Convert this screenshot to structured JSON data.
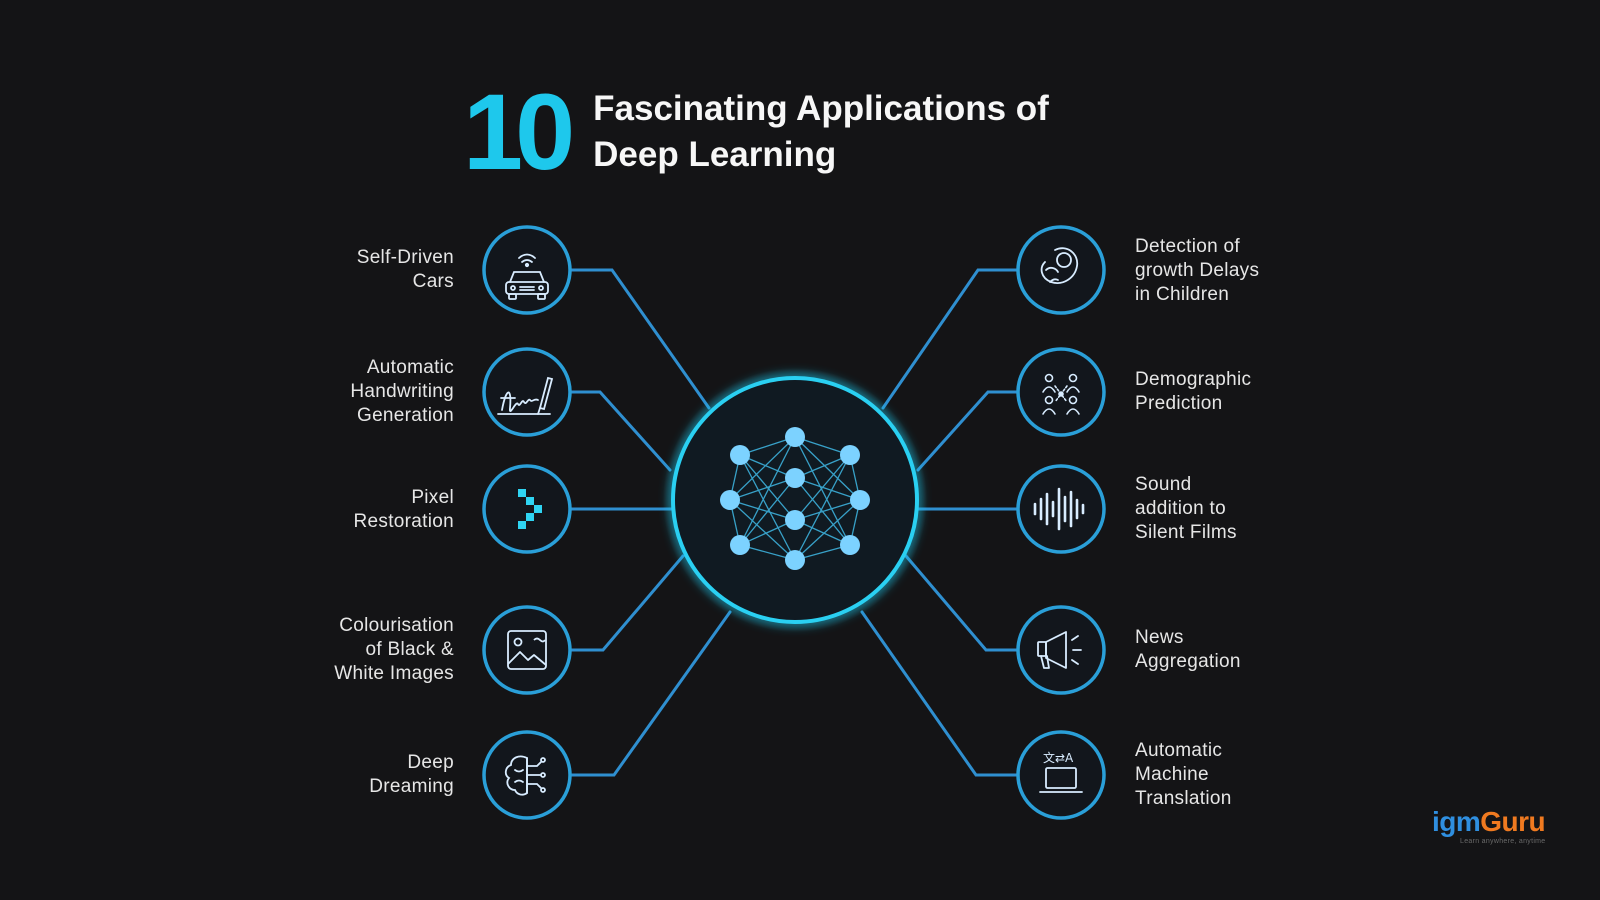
{
  "title": {
    "number": "10",
    "line1": "Fascinating Applications of",
    "line2": "Deep Learning"
  },
  "colors": {
    "accent": "#1ec8ec",
    "ring": "#2a9fd8",
    "line": "#2f8fd0",
    "label": "#e6e6e6",
    "background": "#141416"
  },
  "left_items": [
    {
      "lines": [
        "Self-Driven",
        "Cars"
      ],
      "icon": "car-icon"
    },
    {
      "lines": [
        "Automatic",
        "Handwriting",
        "Generation"
      ],
      "icon": "signature-pen-icon"
    },
    {
      "lines": [
        "Pixel",
        "Restoration"
      ],
      "icon": "pixel-arrow-icon"
    },
    {
      "lines": [
        "Colourisation",
        "of Black &",
        "White Images"
      ],
      "icon": "image-icon"
    },
    {
      "lines": [
        "Deep",
        "Dreaming"
      ],
      "icon": "brain-circuit-icon"
    }
  ],
  "right_items": [
    {
      "lines": [
        "Detection of",
        "growth Delays",
        "in Children"
      ],
      "icon": "fetus-icon"
    },
    {
      "lines": [
        "Demographic",
        "Prediction"
      ],
      "icon": "people-network-icon"
    },
    {
      "lines": [
        "Sound",
        "addition to",
        "Silent Films"
      ],
      "icon": "sound-wave-icon"
    },
    {
      "lines": [
        "News",
        "Aggregation"
      ],
      "icon": "megaphone-icon"
    },
    {
      "lines": [
        "Automatic",
        "Machine",
        "Translation"
      ],
      "icon": "translation-laptop-icon"
    }
  ],
  "center_icon": "neural-network-icon",
  "brand": {
    "part1": "igm",
    "part2": "Guru",
    "tagline": "Learn anywhere, anytime"
  }
}
